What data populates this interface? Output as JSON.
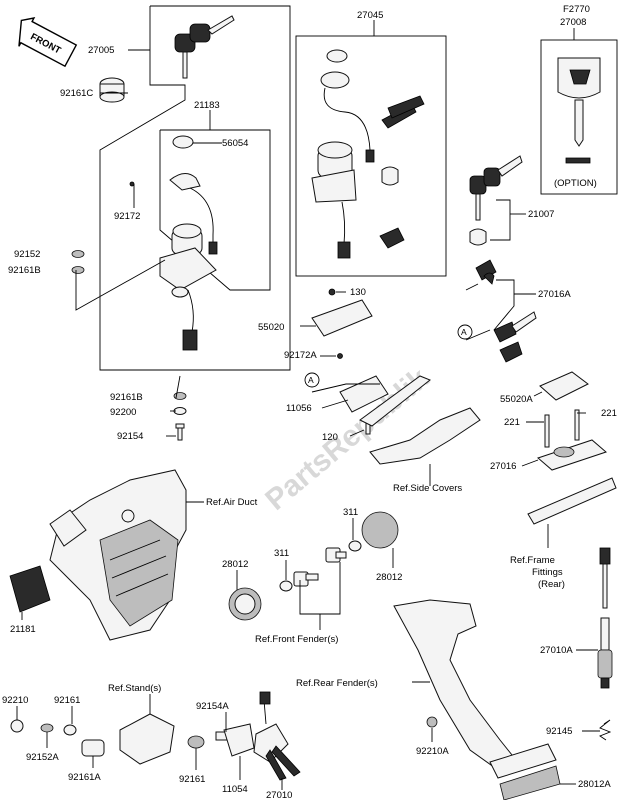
{
  "watermark": "PartsRepublik",
  "front_label": "FRONT",
  "labels": {
    "p27005": "27005",
    "p92161C": "92161C",
    "p21183": "21183",
    "p56054": "56054",
    "p92172": "92172",
    "p92152": "92152",
    "p92161B_a": "92161B",
    "p92161B_b": "92161B",
    "p92200": "92200",
    "p92154": "92154",
    "p27045": "27045",
    "pF2770": "F2770",
    "p27008": "27008",
    "option": "(OPTION)",
    "p21007": "21007",
    "p27016A": "27016A",
    "p130": "130",
    "p55020": "55020",
    "p92172A": "92172A",
    "p11056": "11056",
    "p120": "120",
    "p55020A": "55020A",
    "p221_a": "221",
    "p221_b": "221",
    "p27016": "27016",
    "ref_side_covers": "Ref.Side Covers",
    "ref_air_duct": "Ref.Air Duct",
    "p311_a": "311",
    "p311_b": "311",
    "p28012_a": "28012",
    "p28012_b": "28012",
    "p21181": "21181",
    "ref_front_fender": "Ref.Front Fender(s)",
    "ref_frame_1": "Ref.Frame",
    "ref_frame_2": "Fittings",
    "ref_frame_3": "(Rear)",
    "p27010A": "27010A",
    "ref_rear_fender": "Ref.Rear Fender(s)",
    "p92145": "92145",
    "p92210A": "92210A",
    "p28012A": "28012A",
    "p92210": "92210",
    "p92161": "92161",
    "ref_stand": "Ref.Stand(s)",
    "p92154A": "92154A",
    "p92152A": "92152A",
    "p92161A": "92161A",
    "p92161_b": "92161",
    "p11054": "11054",
    "p27010": "27010",
    "callout_a1": "A",
    "callout_a2": "A"
  }
}
